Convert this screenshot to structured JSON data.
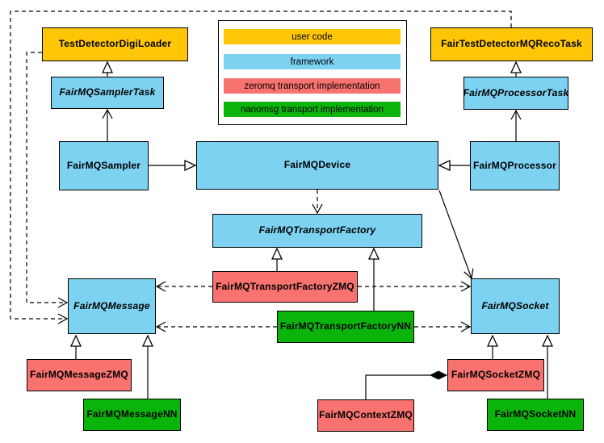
{
  "colors": {
    "user_code": "#FFC608",
    "framework": "#7DD2F1",
    "zeromq": "#F8736F",
    "nanomsg": "#0BB40B",
    "line": "#000000",
    "background": "#FFFFFF"
  },
  "legend": {
    "items": [
      {
        "label": "user code",
        "type": "user_code"
      },
      {
        "label": "framework",
        "type": "framework"
      },
      {
        "label": "zeromq transport implementation",
        "type": "zeromq"
      },
      {
        "label": "nanomsg transport implementation",
        "type": "nanomsg"
      }
    ]
  },
  "nodes": {
    "testDetectorDigiLoader": {
      "label": "TestDetectorDigiLoader",
      "type": "user_code",
      "abstract": false
    },
    "fairTestDetectorMQRecoTask": {
      "label": "FairTestDetectorMQRecoTask",
      "type": "user_code",
      "abstract": false
    },
    "fairMQSamplerTask": {
      "label": "FairMQSamplerTask",
      "type": "framework",
      "abstract": true
    },
    "fairMQProcessorTask": {
      "label": "FairMQProcessorTask",
      "type": "framework",
      "abstract": true
    },
    "fairMQSampler": {
      "label": "FairMQSampler",
      "type": "framework",
      "abstract": false
    },
    "fairMQDevice": {
      "label": "FairMQDevice",
      "type": "framework",
      "abstract": false
    },
    "fairMQProcessor": {
      "label": "FairMQProcessor",
      "type": "framework",
      "abstract": false
    },
    "fairMQTransportFactory": {
      "label": "FairMQTransportFactory",
      "type": "framework",
      "abstract": true
    },
    "fairMQTransportFactoryZMQ": {
      "label": "FairMQTransportFactoryZMQ",
      "type": "zeromq",
      "abstract": false
    },
    "fairMQTransportFactoryNN": {
      "label": "FairMQTransportFactoryNN",
      "type": "nanomsg",
      "abstract": false
    },
    "fairMQMessage": {
      "label": "FairMQMessage",
      "type": "framework",
      "abstract": true
    },
    "fairMQSocket": {
      "label": "FairMQSocket",
      "type": "framework",
      "abstract": true
    },
    "fairMQMessageZMQ": {
      "label": "FairMQMessageZMQ",
      "type": "zeromq",
      "abstract": false
    },
    "fairMQMessageNN": {
      "label": "FairMQMessageNN",
      "type": "nanomsg",
      "abstract": false
    },
    "fairMQSocketZMQ": {
      "label": "FairMQSocketZMQ",
      "type": "zeromq",
      "abstract": false
    },
    "fairMQSocketNN": {
      "label": "FairMQSocketNN",
      "type": "nanomsg",
      "abstract": false
    },
    "fairMQContextZMQ": {
      "label": "FairMQContextZMQ",
      "type": "zeromq",
      "abstract": false
    }
  },
  "edges": [
    {
      "from": "FairMQSamplerTask",
      "to": "TestDetectorDigiLoader",
      "kind": "inheritance"
    },
    {
      "from": "FairMQProcessorTask",
      "to": "FairTestDetectorMQRecoTask",
      "kind": "inheritance"
    },
    {
      "from": "FairMQSampler",
      "to": "FairMQDevice",
      "kind": "inheritance"
    },
    {
      "from": "FairMQProcessor",
      "to": "FairMQDevice",
      "kind": "inheritance"
    },
    {
      "from": "FairMQTransportFactoryZMQ",
      "to": "FairMQTransportFactory",
      "kind": "inheritance"
    },
    {
      "from": "FairMQTransportFactoryNN",
      "to": "FairMQTransportFactory",
      "kind": "inheritance"
    },
    {
      "from": "FairMQMessageZMQ",
      "to": "FairMQMessage",
      "kind": "inheritance"
    },
    {
      "from": "FairMQMessageNN",
      "to": "FairMQMessage",
      "kind": "inheritance"
    },
    {
      "from": "FairMQSocketZMQ",
      "to": "FairMQSocket",
      "kind": "inheritance"
    },
    {
      "from": "FairMQSocketNN",
      "to": "FairMQSocket",
      "kind": "inheritance"
    },
    {
      "from": "FairMQSampler",
      "to": "FairMQSamplerTask",
      "kind": "association"
    },
    {
      "from": "FairMQProcessor",
      "to": "FairMQProcessorTask",
      "kind": "association"
    },
    {
      "from": "FairMQDevice",
      "to": "FairMQSocket",
      "kind": "association"
    },
    {
      "from": "FairMQDevice",
      "to": "FairMQTransportFactory",
      "kind": "dependency"
    },
    {
      "from": "FairMQTransportFactoryZMQ",
      "to": "FairMQMessage",
      "kind": "dependency"
    },
    {
      "from": "FairMQTransportFactoryNN",
      "to": "FairMQMessage",
      "kind": "dependency"
    },
    {
      "from": "FairMQTransportFactoryZMQ",
      "to": "FairMQSocket",
      "kind": "dependency"
    },
    {
      "from": "FairMQTransportFactoryNN",
      "to": "FairMQSocket",
      "kind": "dependency"
    },
    {
      "from": "TestDetectorDigiLoader",
      "to": "FairMQMessage",
      "kind": "dependency"
    },
    {
      "from": "FairTestDetectorMQRecoTask",
      "to": "FairMQMessage",
      "kind": "dependency"
    },
    {
      "from": "FairMQContextZMQ",
      "to": "FairMQSocketZMQ",
      "kind": "composition"
    }
  ]
}
